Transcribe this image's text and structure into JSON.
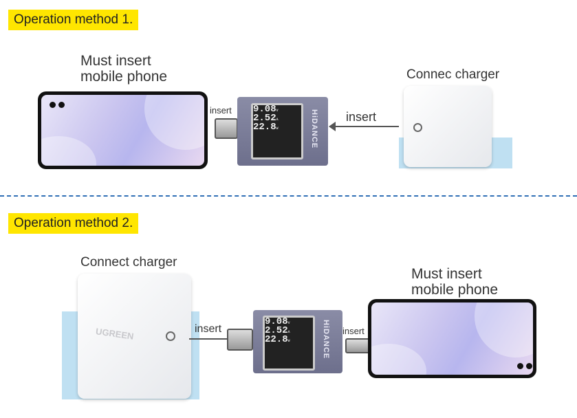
{
  "method1": {
    "label": "Operation method 1.",
    "phone_caption_line1": "Must insert",
    "phone_caption_line2": "mobile phone",
    "charger_caption": "Connec charger",
    "insert_left": "insert",
    "insert_right": "insert"
  },
  "method2": {
    "label": "Operation method 2.",
    "charger_caption": "Connect charger",
    "phone_caption_line1": "Must insert",
    "phone_caption_line2": "mobile phone",
    "insert_left": "insert",
    "insert_right": "insert",
    "charger_brand": "UGREEN"
  },
  "device": {
    "brand": "HiDANCE",
    "voltage": "9.08",
    "voltage_unit": "V",
    "current": "2.52",
    "current_unit": "A",
    "power": "22.8",
    "power_unit": "W"
  },
  "colors": {
    "highlight": "#ffe600",
    "divider": "#2f6fb5"
  }
}
